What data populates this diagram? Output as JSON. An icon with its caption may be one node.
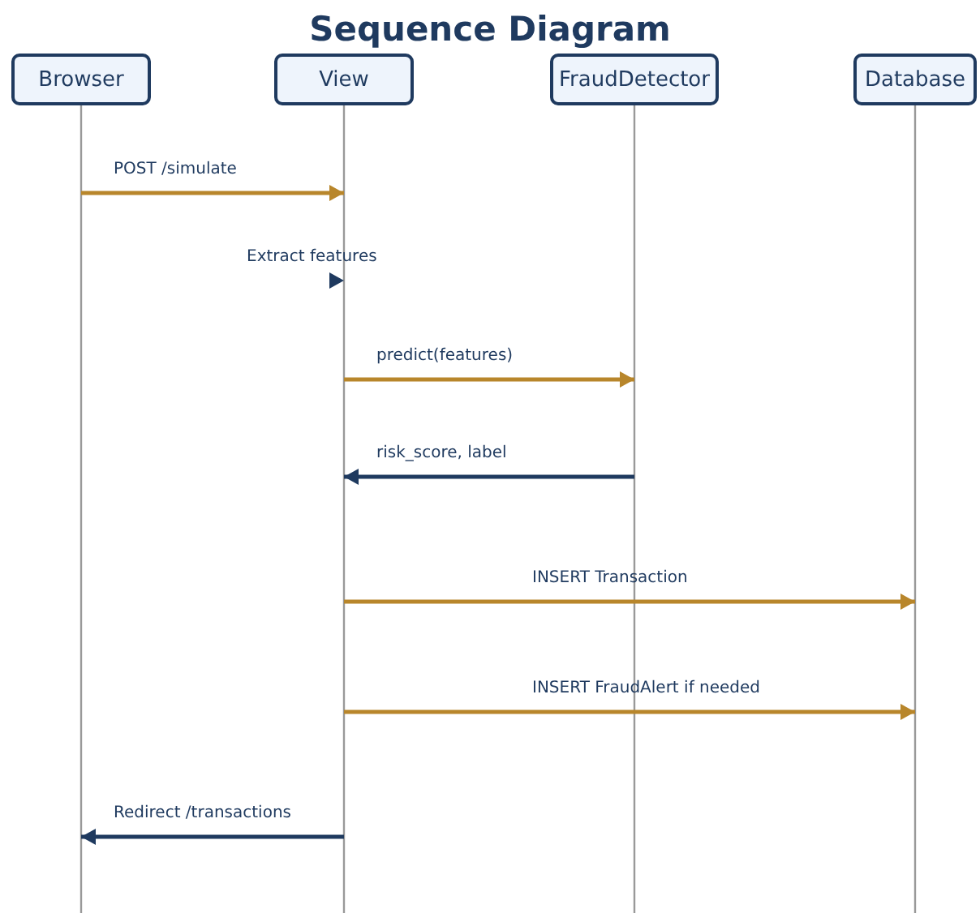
{
  "diagram": {
    "title": "Sequence Diagram",
    "nodes": [
      {
        "text": [
          "Browser"
        ]
      },
      {
        "text": [
          "View"
        ]
      },
      {
        "text": [
          "FraudDetector"
        ]
      },
      {
        "text": [
          "Database"
        ]
      }
    ],
    "edges": [
      {
        "from": 0,
        "to": 1,
        "arrow": "to",
        "label": "POST /simulate"
      },
      {
        "from": 1,
        "to": 1,
        "arrow": "to",
        "label": "Extract features",
        "color": "#1f3a5f"
      },
      {
        "from": 1,
        "to": 2,
        "arrow": "to",
        "label": "predict(features)"
      },
      {
        "from": 2,
        "to": 1,
        "arrow": "to",
        "label": "risk_score, label",
        "color": "#1f3a5f"
      },
      {
        "from": 1,
        "to": 3,
        "arrow": "to",
        "label": "INSERT Transaction"
      },
      {
        "from": 1,
        "to": 3,
        "arrow": "to",
        "label": "INSERT FraudAlert if needed"
      },
      {
        "from": 1,
        "to": 0,
        "arrow": "to",
        "label": "Redirect /transactions",
        "color": "#1f3a5f"
      }
    ]
  }
}
